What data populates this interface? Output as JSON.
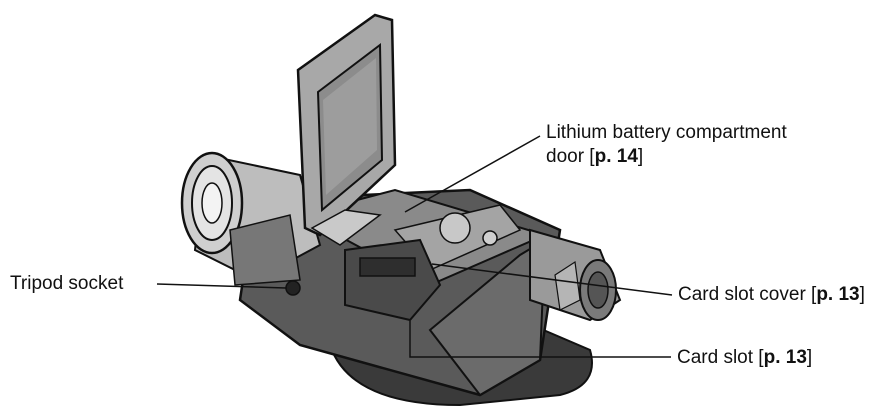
{
  "labels": {
    "lithium_line1": "Lithium battery compartment",
    "lithium_line2_pre": "door [",
    "lithium_ref": "p. 14",
    "lithium_post": "]",
    "card_cover_pre": "Card slot cover [",
    "card_cover_ref": "p. 13",
    "card_cover_post": "]",
    "card_slot_pre": "Card slot [",
    "card_slot_ref": "p. 13",
    "card_slot_post": "]",
    "tripod": "Tripod socket"
  }
}
